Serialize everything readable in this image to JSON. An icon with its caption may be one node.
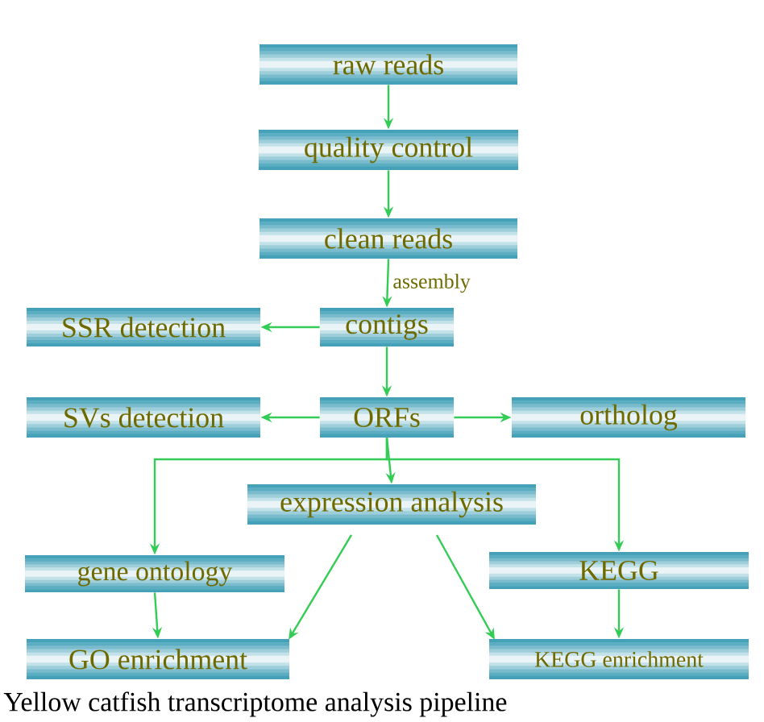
{
  "diagram": {
    "caption": "Yellow catfish transcriptome analysis pipeline",
    "nodes": [
      {
        "text": [
          "raw reads"
        ]
      },
      {
        "text": [
          "quality control"
        ]
      },
      {
        "text": [
          "clean reads"
        ]
      },
      {
        "text": [
          "contigs"
        ]
      },
      {
        "text": [
          "SSR detection"
        ]
      },
      {
        "text": [
          "SVs detection"
        ]
      },
      {
        "text": [
          "ORFs"
        ]
      },
      {
        "text": [
          "ortholog"
        ]
      },
      {
        "text": [
          "expression analysis"
        ]
      },
      {
        "text": [
          "gene ontology"
        ]
      },
      {
        "text": [
          "KEGG"
        ]
      },
      {
        "text": [
          "GO enrichment"
        ]
      },
      {
        "text": [
          "KEGG enrichment"
        ]
      }
    ],
    "edges": [
      {
        "from": 0,
        "to": 1,
        "arrow": "to"
      },
      {
        "from": 1,
        "to": 2,
        "arrow": "to"
      },
      {
        "from": 2,
        "to": 3,
        "arrow": "to",
        "label": "assembly"
      },
      {
        "from": 3,
        "to": 4,
        "arrow": "to"
      },
      {
        "from": 3,
        "to": 6,
        "arrow": "to"
      },
      {
        "from": 6,
        "to": 5,
        "arrow": "to"
      },
      {
        "from": 6,
        "to": 7,
        "arrow": "to"
      },
      {
        "from": 6,
        "to": 9,
        "arrow": "to"
      },
      {
        "from": 6,
        "to": 8,
        "arrow": "to"
      },
      {
        "from": 6,
        "to": 10,
        "arrow": "to"
      },
      {
        "from": 8,
        "to": 11,
        "arrow": "to"
      },
      {
        "from": 8,
        "to": 12,
        "arrow": "to"
      },
      {
        "from": 9,
        "to": 11,
        "arrow": "to"
      },
      {
        "from": 10,
        "to": 12,
        "arrow": "to"
      }
    ]
  }
}
